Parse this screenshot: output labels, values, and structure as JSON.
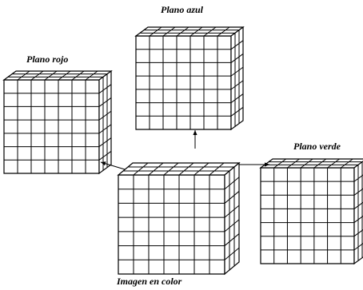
{
  "labels": {
    "blue": "Plano azul",
    "red": "Plano rojo",
    "green": "Plano verde",
    "color": "Imagen en color"
  },
  "colors": {
    "line": "#000000",
    "face": "#ffffff"
  }
}
